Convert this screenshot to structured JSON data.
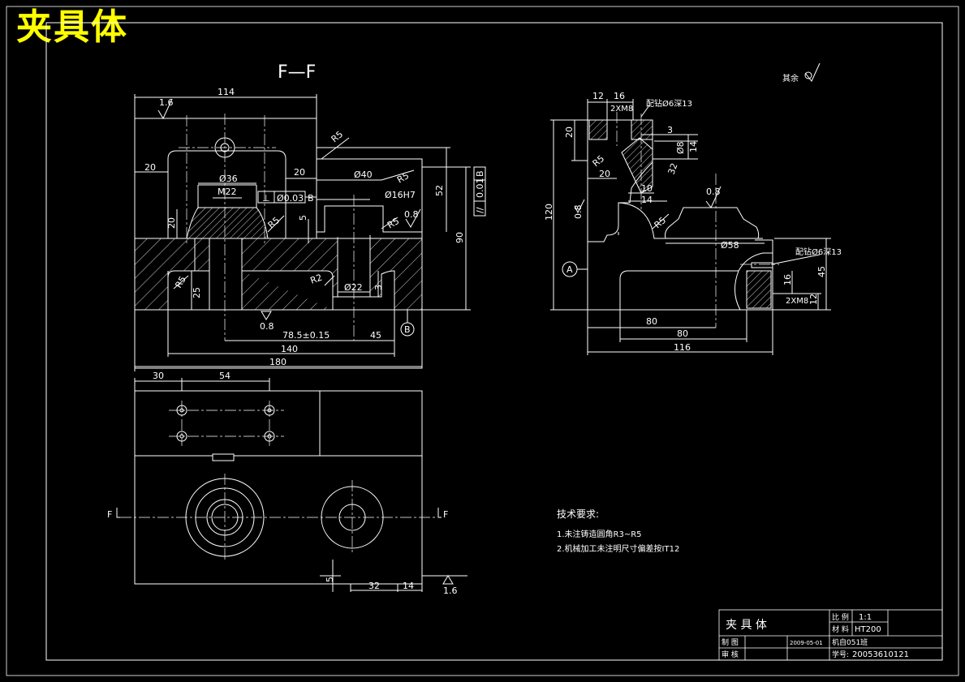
{
  "title": "夹具体",
  "section_label": "F—F",
  "roughness_note": "其余",
  "roughness": {
    "r16": "1.6",
    "r08": "0.8"
  },
  "datums": {
    "a": "A",
    "b": "B"
  },
  "section_marker": "F",
  "tolerance_frame": {
    "symbol": "⊥",
    "value": "Ø0.03",
    "datum": "B"
  },
  "parallel_frame": {
    "symbol": "//",
    "value": "0.01",
    "datum": "B"
  },
  "dims_front": {
    "d114": "114",
    "d20a": "20",
    "d20b": "20",
    "d20c": "20",
    "r5a": "R5",
    "r5b": "R5",
    "r5c": "R5",
    "r5d": "R5",
    "r5e": "R5",
    "phi36": "Ø36",
    "m22": "M22",
    "phi40": "Ø40",
    "phi16": "Ø16H7",
    "d52": "52",
    "d90": "90",
    "d5": "5",
    "r2": "R2",
    "phi22": "Ø22",
    "d25": "25",
    "d3": "3",
    "d785": "78.5±0.15",
    "d45": "45",
    "d140": "140",
    "d180": "180"
  },
  "dims_side": {
    "d12": "12",
    "d16": "16",
    "thread_top": "2XM8",
    "pin_top": "配钻Ø6深13",
    "d20": "20",
    "d3": "3",
    "d10": "Ø8",
    "d14": "14",
    "d32": "32",
    "d20b": "20",
    "d10b": "10",
    "d14b": "14",
    "r5": "R5",
    "d120": "120",
    "phi58": "Ø58",
    "pin_side": "配钻Ø6深13",
    "d16s": "16",
    "d45": "45",
    "d12s": "12",
    "thread_side": "2XM8",
    "d80a": "80",
    "d80b": "80",
    "d116": "116"
  },
  "dims_top": {
    "d30": "30",
    "d54": "54",
    "d5": "5",
    "d32": "32",
    "d14": "14"
  },
  "notes": {
    "heading": "技术要求:",
    "items": [
      "1.未注铸造圆角R3~R5",
      "2.机械加工未注明尺寸偏差按IT12"
    ]
  },
  "title_block": {
    "name": "夹 具 体",
    "scale_label": "比 例",
    "scale": "1:1",
    "material_label": "材 料",
    "material": "HT200",
    "drawn_label": "制 图",
    "checked_label": "审 核",
    "date": "2009-05-01",
    "class_label": "机自051班",
    "student_label": "学号:",
    "student_no": "20053610121"
  }
}
